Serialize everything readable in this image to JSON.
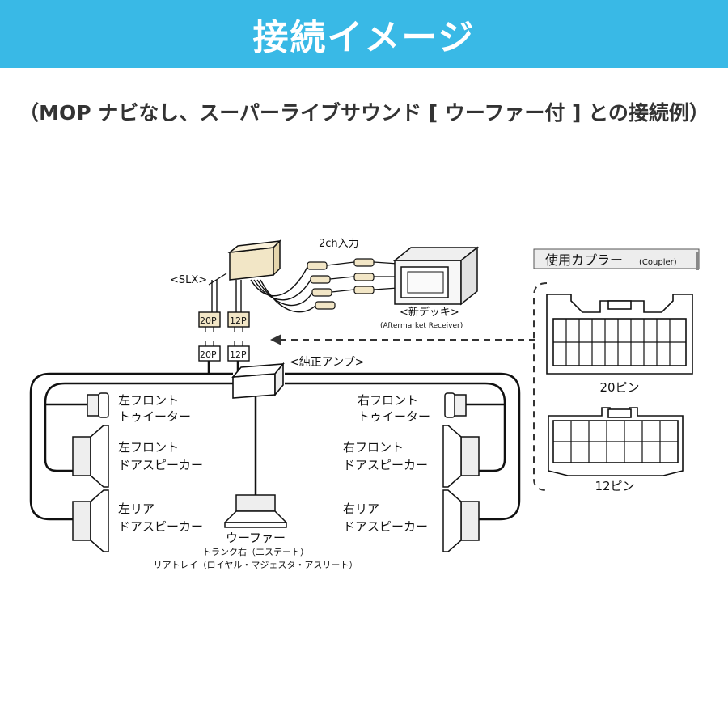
{
  "header": {
    "title": "接続イメージ",
    "subtitle": "（MOP ナビなし、スーパーライブサウンド [ ウーファー付 ] との接続例）",
    "banner_color": "#39b9e6"
  },
  "diagram": {
    "slx_label": "<SLX>",
    "input_label": "2ch入力",
    "deck_label": "<新デッキ>",
    "deck_sub": "(Aftermarket Receiver)",
    "amp_label": "<純正アンプ>",
    "connectors": {
      "p20": "20P",
      "p12": "12P"
    },
    "speakers": {
      "left_tweeter": [
        "左フロント",
        "トゥイーター"
      ],
      "left_door": [
        "左フロント",
        "ドアスピーカー"
      ],
      "left_rear": [
        "左リア",
        "ドアスピーカー"
      ],
      "right_tweeter": [
        "右フロント",
        "トゥイーター"
      ],
      "right_door": [
        "右フロント",
        "ドアスピーカー"
      ],
      "right_rear": [
        "右リア",
        "ドアスピーカー"
      ],
      "woofer": "ウーファー",
      "woofer_note1": "トランク右（エステート）",
      "woofer_note2": "リアトレイ（ロイヤル・マジェスタ・アスリート）"
    },
    "coupler": {
      "title": "使用カプラー",
      "title_sub": "(Coupler)",
      "pin20": "20ピン",
      "pin12": "12ピン"
    }
  }
}
